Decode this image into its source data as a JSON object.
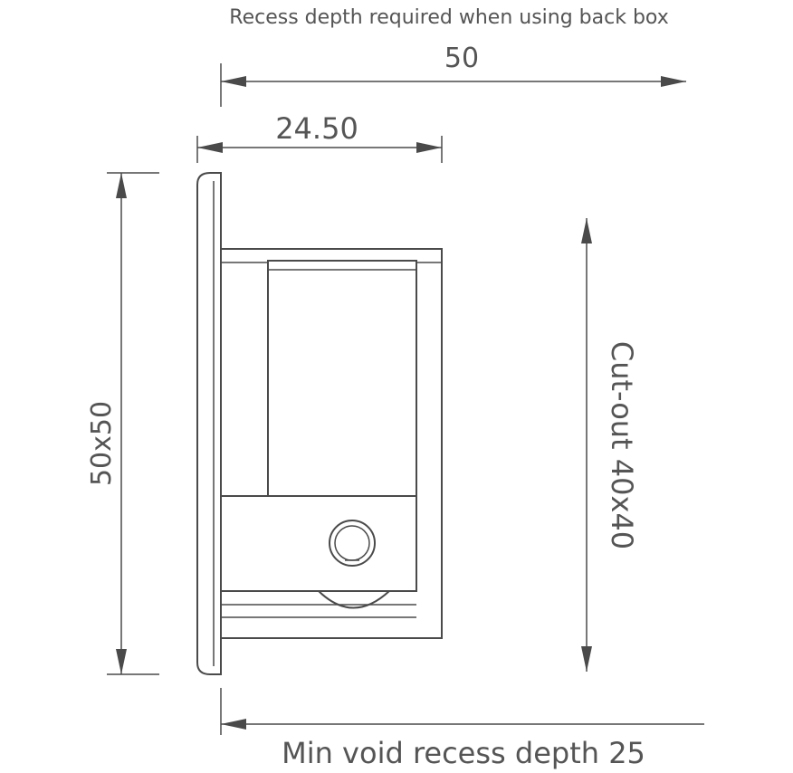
{
  "labels": {
    "recess_title": "Recess depth required when using back box",
    "dim_top": "50",
    "dim_plate": "24.50",
    "dim_height": "50x50",
    "dim_cutout": "Cut-out 40x40",
    "dim_bottom": "Min void recess depth 25"
  },
  "colors": {
    "line": "#4a4a4a",
    "text": "#555555"
  }
}
